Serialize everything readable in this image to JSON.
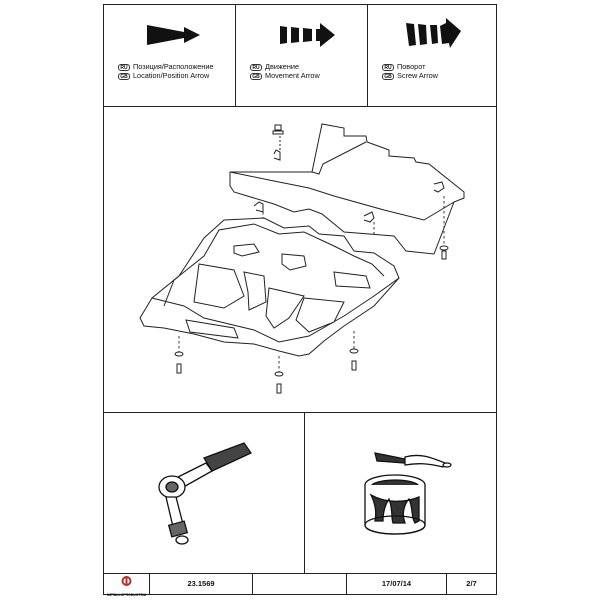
{
  "legend": [
    {
      "ru_tag": "RU",
      "gb_tag": "GB",
      "ru_text": "Позиция/Расположение",
      "gb_text": "Location/Position Arrow",
      "icon": "solid-arrow-icon"
    },
    {
      "ru_tag": "RU",
      "gb_tag": "GB",
      "ru_text": "Движение",
      "gb_text": "Movement Arrow",
      "icon": "segmented-arrow-icon"
    },
    {
      "ru_tag": "RU",
      "gb_tag": "GB",
      "ru_text": "Поворот",
      "gb_text": "Screw Arrow",
      "icon": "twisted-arrow-icon"
    }
  ],
  "tools": [
    {
      "icon": "ratchet-wrench-icon"
    },
    {
      "icon": "paint-can-brush-icon"
    }
  ],
  "title_block": {
    "logo_text": "METALLOPRODUKTSIA",
    "part_number": "23.1569",
    "blank": "",
    "date": "17/07/14",
    "sheet": "2/7"
  },
  "colors": {
    "line": "#222222",
    "logo_red": "#b8302a",
    "ink": "#111111"
  }
}
